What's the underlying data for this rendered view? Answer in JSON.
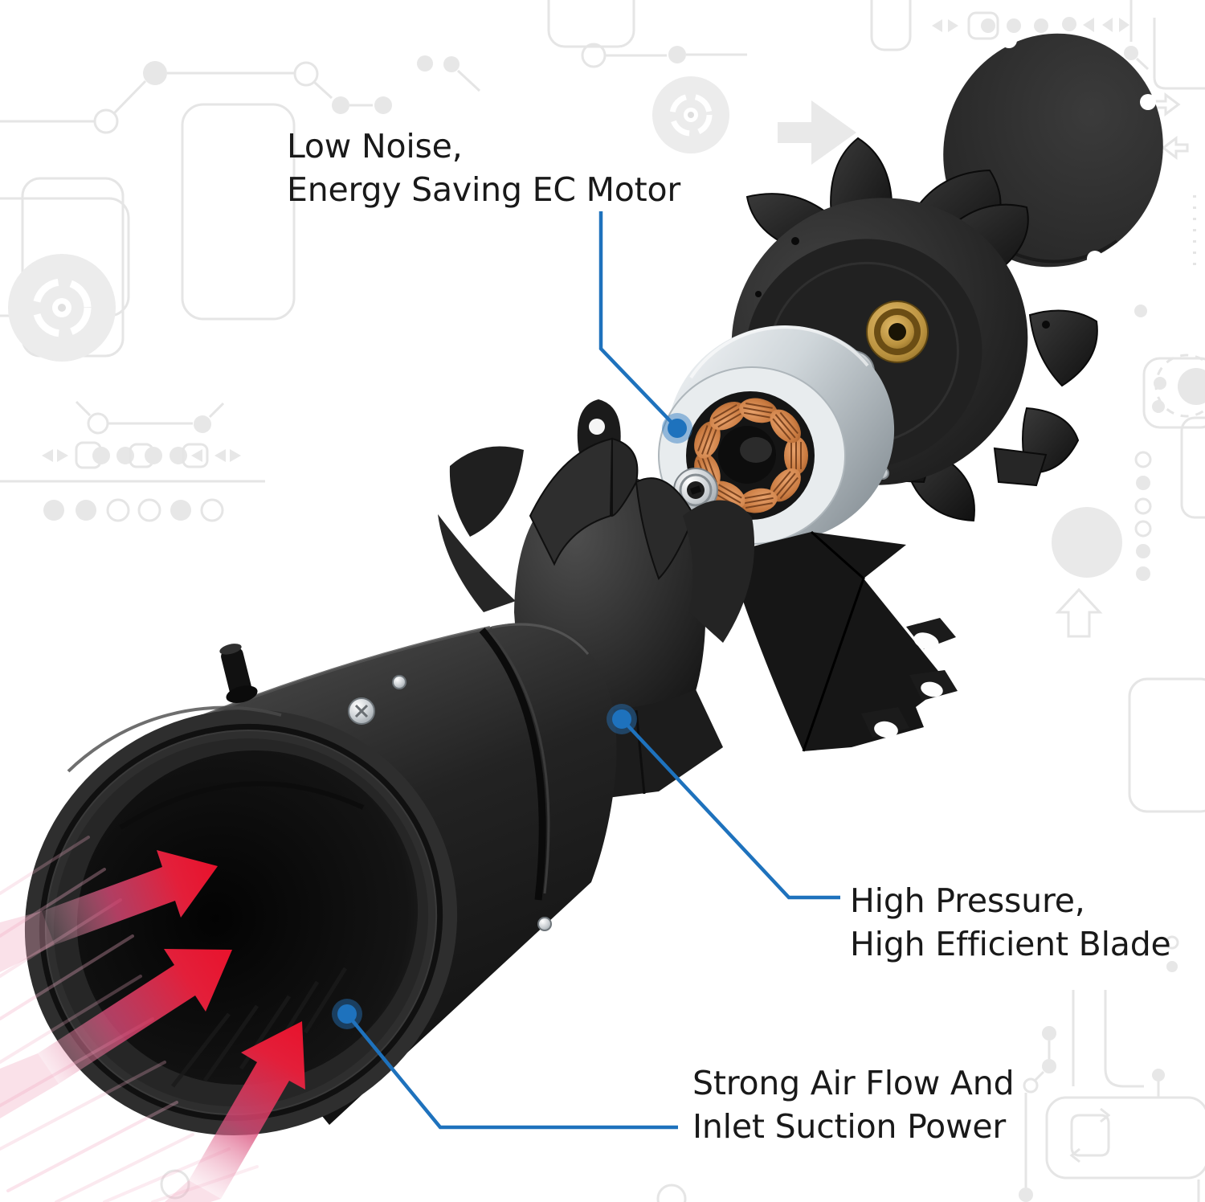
{
  "callouts": [
    {
      "id": "ec-motor",
      "lines": [
        "Low Noise,",
        "Energy Saving EC Motor"
      ]
    },
    {
      "id": "blade",
      "lines": [
        "High Pressure,",
        "High Efficient Blade"
      ]
    },
    {
      "id": "airflow",
      "lines": [
        "Strong Air Flow And",
        "Inlet Suction Power"
      ]
    }
  ],
  "colors": {
    "background": "#ffffff",
    "callout_blue": "#1e72bd",
    "arrow_red": "#e8132d",
    "text": "#191919",
    "circuit_gray": "#e9e9e9",
    "copper": "#c97a40",
    "brass": "#b9913e",
    "silver": "#cfd6da"
  },
  "parts": [
    "duct-housing",
    "guide-cone-blade",
    "mounting-bracket",
    "ec-motor-stator",
    "impeller",
    "cover-plate",
    "airflow-arrows"
  ]
}
